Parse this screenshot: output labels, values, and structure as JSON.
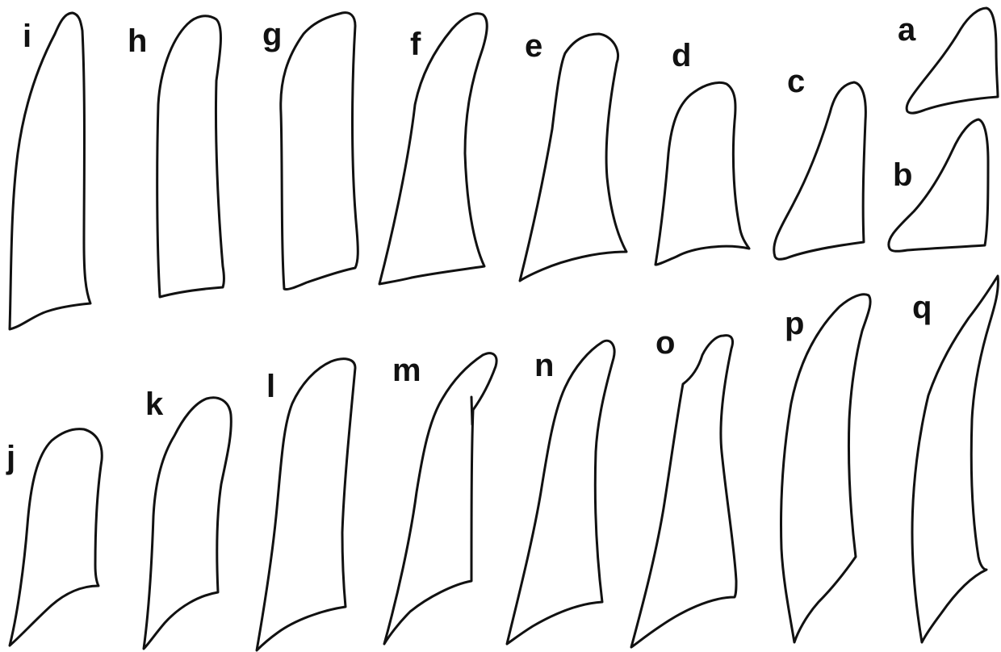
{
  "figure": {
    "background": "#ffffff",
    "stroke_color": "#111111",
    "panels": [
      {
        "id": "a",
        "label": "a"
      },
      {
        "id": "b",
        "label": "b"
      },
      {
        "id": "c",
        "label": "c"
      },
      {
        "id": "d",
        "label": "d"
      },
      {
        "id": "e",
        "label": "e"
      },
      {
        "id": "f",
        "label": "f"
      },
      {
        "id": "g",
        "label": "g"
      },
      {
        "id": "h",
        "label": "h"
      },
      {
        "id": "i",
        "label": "i"
      },
      {
        "id": "j",
        "label": "j"
      },
      {
        "id": "k",
        "label": "k"
      },
      {
        "id": "l",
        "label": "l"
      },
      {
        "id": "m",
        "label": "m"
      },
      {
        "id": "n",
        "label": "n"
      },
      {
        "id": "o",
        "label": "o"
      },
      {
        "id": "p",
        "label": "p"
      },
      {
        "id": "q",
        "label": "q"
      }
    ]
  }
}
